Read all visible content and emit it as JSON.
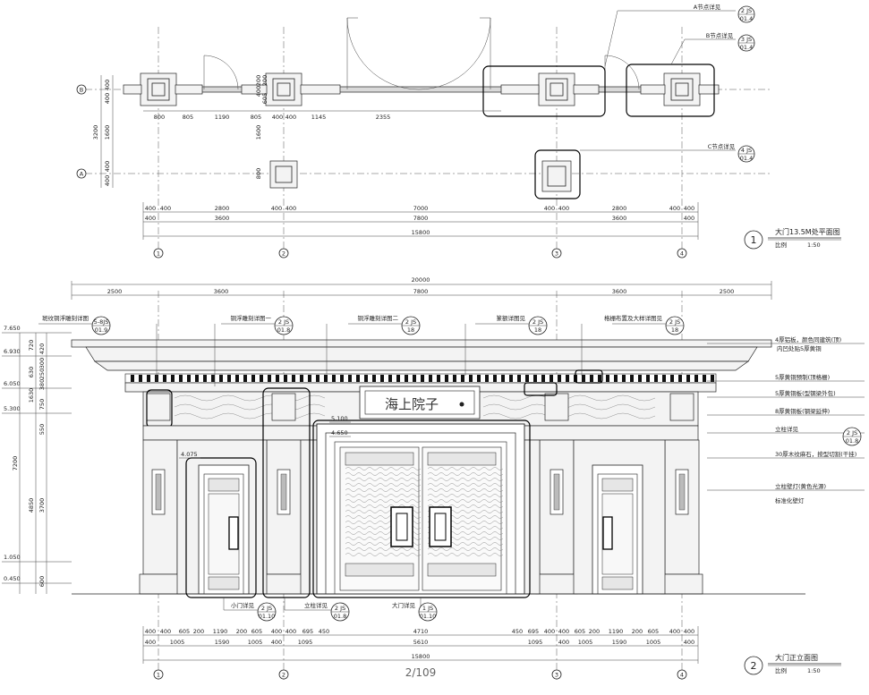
{
  "plan": {
    "title": "大门13.5M处平面图",
    "scale_label": "比例",
    "scale_value": "1:50",
    "index": "1",
    "detail_refs": [
      {
        "label": "A节点详见",
        "top": "2 JS",
        "bottom": "01.4"
      },
      {
        "label": "B节点详见",
        "top": "3 JS",
        "bottom": "01.4"
      },
      {
        "label": "C节点详见",
        "top": "4 JS",
        "bottom": "01.4"
      }
    ],
    "top_dims": [
      "800",
      "805",
      "1190",
      "805",
      "400",
      "400",
      "1145",
      "2355"
    ],
    "left_dims_small": [
      "400",
      "400"
    ],
    "left_dims_mid": [
      "3200",
      "1600",
      "1600",
      "800"
    ],
    "left_dims_low": [
      "400",
      "400"
    ],
    "mid_dims_a": [
      "200",
      "200",
      "400",
      "605"
    ],
    "bottom_row1": [
      "400",
      "400",
      "2800",
      "400",
      "400",
      "7000",
      "400",
      "400",
      "2800",
      "400",
      "400"
    ],
    "bottom_row2": [
      "400",
      "3600",
      "7800",
      "3600",
      "400"
    ],
    "bottom_total": "15800",
    "grid_rows": [
      "B",
      "A"
    ],
    "grid_cols": [
      "1",
      "2",
      "3",
      "4"
    ]
  },
  "elevation": {
    "title": "大门正立面图",
    "scale_label": "比例",
    "scale_value": "1:50",
    "index": "2",
    "page": "2/109",
    "overall": "20000",
    "top_dims": [
      "2500",
      "3600",
      "7800",
      "3600",
      "2500"
    ],
    "levels": [
      "7.650",
      "6.930",
      "6.050",
      "5.300",
      "1.050",
      "0.450"
    ],
    "left_dims": [
      "720",
      "420",
      "300",
      "250",
      "630",
      "380",
      "1630",
      "750",
      "550",
      "7200",
      "4850",
      "3700",
      "600"
    ],
    "elev_marks": [
      "5.100",
      "4.650",
      "4.075"
    ],
    "sign_text": "海上院子",
    "top_refs": [
      {
        "label": "斑纹铜浮雕刻详图",
        "top": "5-8JS",
        "bottom": "01.9"
      },
      {
        "label": "铜浮雕刻详图一",
        "top": "2 JS",
        "bottom": "01.8"
      },
      {
        "label": "铜浮雕刻详图二",
        "top": "2 JS",
        "bottom": "18"
      },
      {
        "label": "篆额详图见",
        "top": "2 JS",
        "bottom": "18"
      },
      {
        "label": "格栅布置及大样详图见",
        "top": "2 JS",
        "bottom": "18"
      }
    ],
    "right_notes": [
      "4厚铝板，颜色同建筑(顶)",
      "内凹处贴5厚黄铜",
      "5厚黄铜预制(顶格栅)",
      "5厚黄铜板(型钢梁外包)",
      "8厚黄铜板(钢梁延伸)",
      "立柱详见",
      "30厚木纹麻石，按型切割(干挂)",
      "立柱壁灯(黄色光源)",
      "标准化壁灯"
    ],
    "right_ref": {
      "top": "2 JS",
      "bottom": "01.8"
    },
    "bottom_refs": [
      {
        "label": "小门详见",
        "top": "2 JS",
        "bottom": "01.10"
      },
      {
        "label": "立柱详见",
        "top": "2 JS",
        "bottom": "01.8"
      },
      {
        "label": "大门详见",
        "top": "1 JS",
        "bottom": "01.10"
      }
    ],
    "bottom_row1": [
      "400",
      "400",
      "605",
      "200",
      "1190",
      "200",
      "605",
      "400",
      "400",
      "695",
      "450",
      "4710",
      "450",
      "695",
      "400",
      "400",
      "605",
      "200",
      "1190",
      "200",
      "605",
      "400",
      "400"
    ],
    "bottom_row2": [
      "400",
      "1005",
      "1590",
      "1005",
      "400",
      "1095",
      "5610",
      "1095",
      "400",
      "1005",
      "1590",
      "1005",
      "400"
    ],
    "bottom_total": "15800",
    "grid_cols": [
      "1",
      "2",
      "3",
      "4"
    ]
  }
}
